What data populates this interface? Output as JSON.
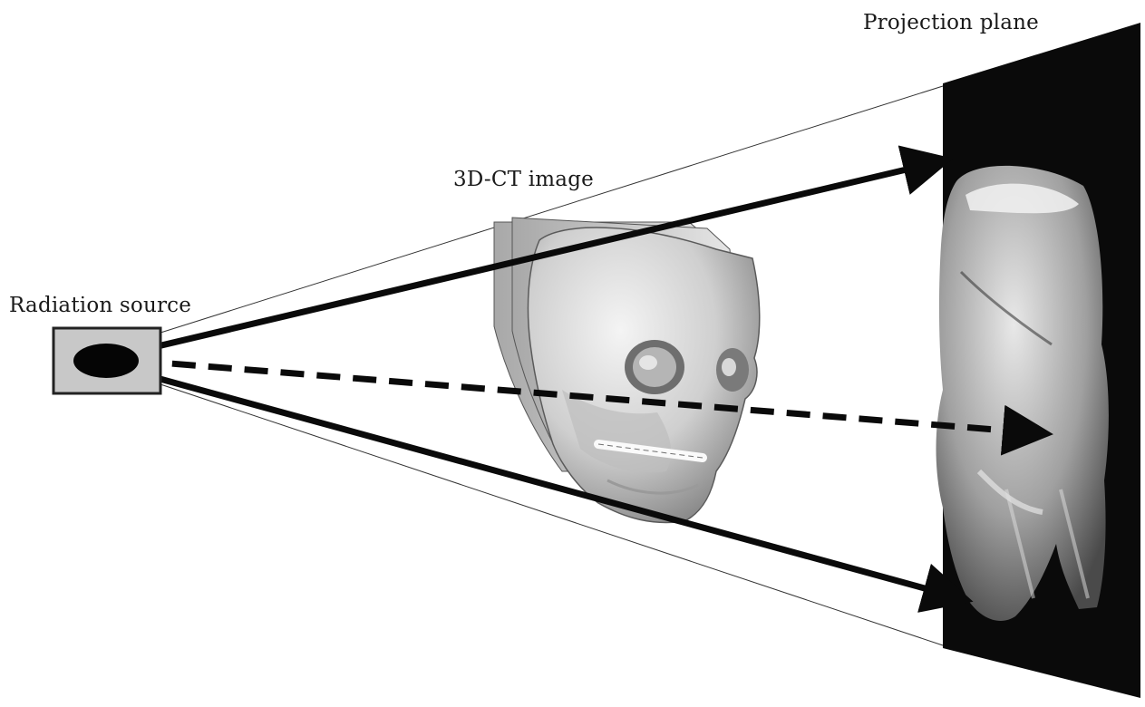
{
  "labels": {
    "projection_plane": "Projection plane",
    "ct_image": "3D-CT image",
    "radiation_source": "Radiation source"
  },
  "colors": {
    "ray": "#0a0a0a",
    "source_box_fill": "#c8c8c8",
    "plane": "#0a0a0a",
    "skull_fill": "#d9d9d9",
    "skull_shadow": "#8a8a8a"
  }
}
